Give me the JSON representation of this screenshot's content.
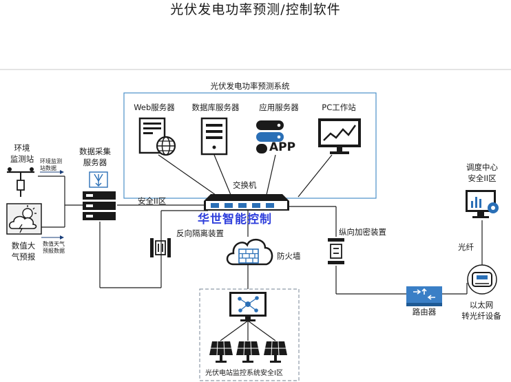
{
  "title": "光伏发电功率预测/控制软件",
  "system_box_label": "光伏发电功率预测系统",
  "servers": {
    "web": "Web服务器",
    "db": "数据库服务器",
    "app": "应用服务器",
    "pc": "PC工作站"
  },
  "app_icon_text": "APP",
  "env_station": "环境\n监测站",
  "env_data_note": "环境监测\n站数据",
  "weather_forecast": "数值大\n气预报",
  "weather_data_note": "数值天气\n预报数据",
  "data_collection_server": "数据采集\n服务器",
  "zone2_label": "安全II区",
  "switch_label": "交换机",
  "watermark": "华世智能控制",
  "reverse_isolation": "反向隔离装置",
  "firewall": "防火墙",
  "vertical_encryption": "纵向加密装置",
  "dispatch_center": "调度中心\n安全II区",
  "optical_fiber": "光纤",
  "ethernet_converter": "以太网\n转光纤设备",
  "router": "路由器",
  "monitoring_zone": "光伏电站监控系统安全I区",
  "colors": {
    "ink": "#1a1a1a",
    "box_border": "#4a8fc9",
    "dashed_border": "#8e9aa6",
    "accent_blue": "#2a6fb6",
    "router_blue": "#3a7fc6",
    "watermark": "#2f3fdc"
  }
}
